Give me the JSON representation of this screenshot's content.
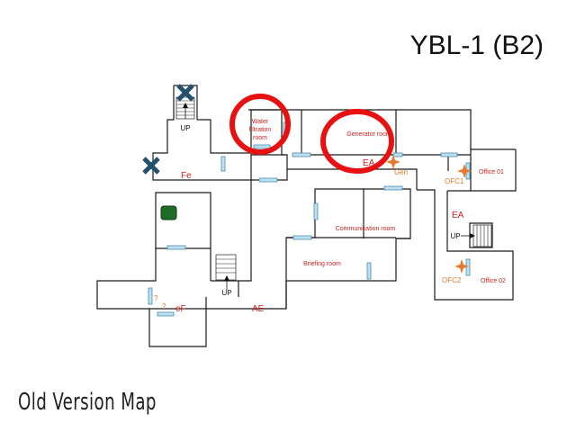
{
  "title": "YBL-1 (B2)",
  "footer": "Old Version Map",
  "rooms": {
    "water_line1": "Water",
    "water_line2": "filtration",
    "water_line3": "room",
    "generator": "Generator room",
    "communication": "Communication room",
    "briefing": "Briefing room",
    "office01": "Office 01",
    "office02": "Office 02"
  },
  "zones": {
    "fe": "Fe",
    "ea_top": "EA",
    "ea_right": "EA",
    "ef": "eF",
    "ae": "AE"
  },
  "markers": {
    "gen": "Gen",
    "ofc1": "OFC1",
    "ofc2": "OFC2",
    "unknown1": "?",
    "unknown2": "?"
  },
  "stairs": {
    "up_top": "UP",
    "up_right": "UP",
    "up_bottom": "UP"
  },
  "colors": {
    "wall": "#1a1a1a",
    "door": "#bfe0ef",
    "highlight_ring": "#e81010",
    "blocked_marker": "#23506b",
    "spawn_marker": "#e07a2a",
    "objective": "#1f6b2a"
  },
  "icons": [
    "blocked-x-icon",
    "spawn-star-icon",
    "highlight-circle-icon",
    "green-objective-icon",
    "stairs-icon"
  ]
}
